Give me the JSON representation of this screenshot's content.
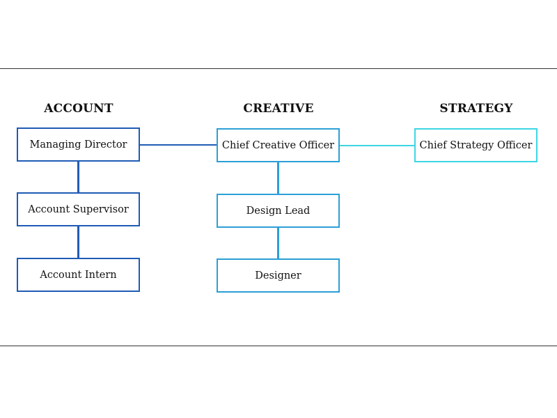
{
  "columns": [
    {
      "title": "ACCOUNT",
      "color": "#1f5bb5",
      "nodes": [
        "Managing Director",
        "Account Supervisor",
        "Account Intern"
      ]
    },
    {
      "title": "CREATIVE",
      "color": "#2b9fd6",
      "nodes": [
        "Chief Creative Officer",
        "Design Lead",
        "Designer"
      ]
    },
    {
      "title": "STRATEGY",
      "color": "#3dd6e3",
      "nodes": [
        "Chief Strategy Officer"
      ]
    }
  ],
  "links": [
    {
      "from": "Managing Director",
      "to": "Chief Creative Officer"
    },
    {
      "from": "Chief Creative Officer",
      "to": "Chief Strategy Officer"
    },
    {
      "from": "Managing Director",
      "to": "Account Supervisor"
    },
    {
      "from": "Account Supervisor",
      "to": "Account Intern"
    },
    {
      "from": "Chief Creative Officer",
      "to": "Design Lead"
    },
    {
      "from": "Design Lead",
      "to": "Designer"
    }
  ]
}
